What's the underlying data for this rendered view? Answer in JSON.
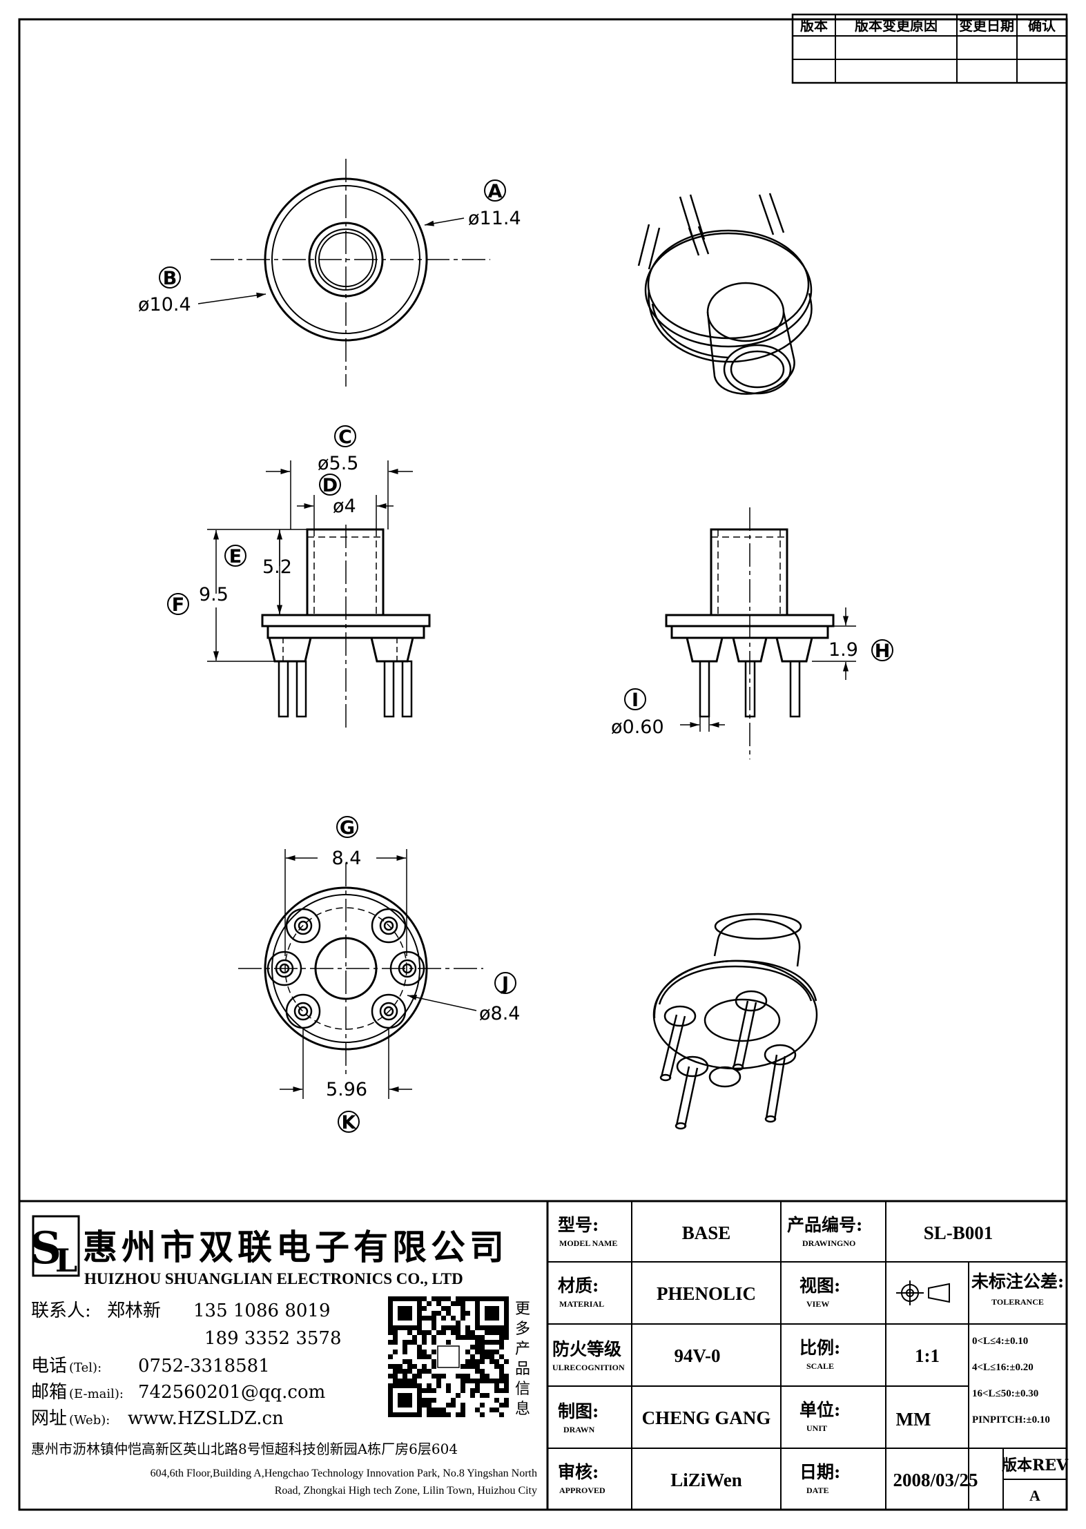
{
  "revision_table": {
    "headers": [
      "版本",
      "版本变更原因",
      "变更日期",
      "确认"
    ]
  },
  "labels": {
    "A": "A",
    "B": "B",
    "C": "C",
    "D": "D",
    "E": "E",
    "F": "F",
    "G": "G",
    "H": "H",
    "I": "I",
    "J": "J",
    "K": "K"
  },
  "dimensions": {
    "A": "ø11.4",
    "B": "ø10.4",
    "C": "ø5.5",
    "D": "ø4",
    "E": "5.2",
    "F": "9.5",
    "G": "8.4",
    "H": "1.9",
    "I": "ø0.60",
    "J": "ø8.4",
    "K": "5.96"
  },
  "company": {
    "name_cn": "惠州市双联电子有限公司",
    "name_en": "HUIZHOU SHUANGLIAN ELECTRONICS CO., LTD",
    "contact_label": "联系人:",
    "contact_name": "郑林新",
    "phone1": "135 1086 8019",
    "phone2": "189 3352 3578",
    "tel_label": "电话",
    "tel_en": "(Tel):",
    "tel": "0752-3318581",
    "email_label": "邮箱",
    "email_en": "(E-mail):",
    "email": "742560201@qq.com",
    "web_label": "网址",
    "web_en": "(Web):",
    "web": "www.HZSLDZ.cn",
    "qr_caption": [
      "更",
      "多",
      "产",
      "品",
      "信",
      "息"
    ],
    "address_cn": "惠州市沥林镇仲恺高新区英山北路8号恒超科技创新园A栋厂房6层604",
    "address_en_1": "604,6th Floor,Building A,Hengchao Technology Innovation Park, No.8 Yingshan North",
    "address_en_2": "Road, Zhongkai High tech Zone, Lilin Town, Huizhou City"
  },
  "title_block": {
    "model_label_cn": "型号:",
    "model_label_en": "MODEL NAME",
    "model": "BASE",
    "drawingno_label_cn": "产品编号:",
    "drawingno_label_en": "DRAWINGNO",
    "drawingno": "SL-B001",
    "material_label_cn": "材质:",
    "material_label_en": "MATERIAL",
    "material": "PHENOLIC",
    "view_label_cn": "视图:",
    "view_label_en": "VIEW",
    "tolerance_label_cn": "未标注公差:",
    "tolerance_label_en": "TOLERANCE",
    "tolerances": [
      "0<L≤4:±0.10",
      "4<L≤16:±0.20",
      "16<L≤50:±0.30",
      "PINPITCH:±0.10"
    ],
    "flame_label_cn": "防火等级",
    "flame_label_en": "ULRECOGNITION",
    "flame": "94V-0",
    "scale_label_cn": "比例:",
    "scale_label_en": "SCALE",
    "scale": "1:1",
    "drawn_label_cn": "制图:",
    "drawn_label_en": "DRAWN",
    "drawn": "CHENG GANG",
    "unit_label_cn": "单位:",
    "unit_label_en": "UNIT",
    "unit": "MM",
    "approved_label_cn": "审核:",
    "approved_label_en": "APPROVED",
    "approved": "LiZiWen",
    "date_label_cn": "日期:",
    "date_label_en": "DATE",
    "date": "2008/03/25",
    "rev_label": "版本REV",
    "rev": "A"
  }
}
